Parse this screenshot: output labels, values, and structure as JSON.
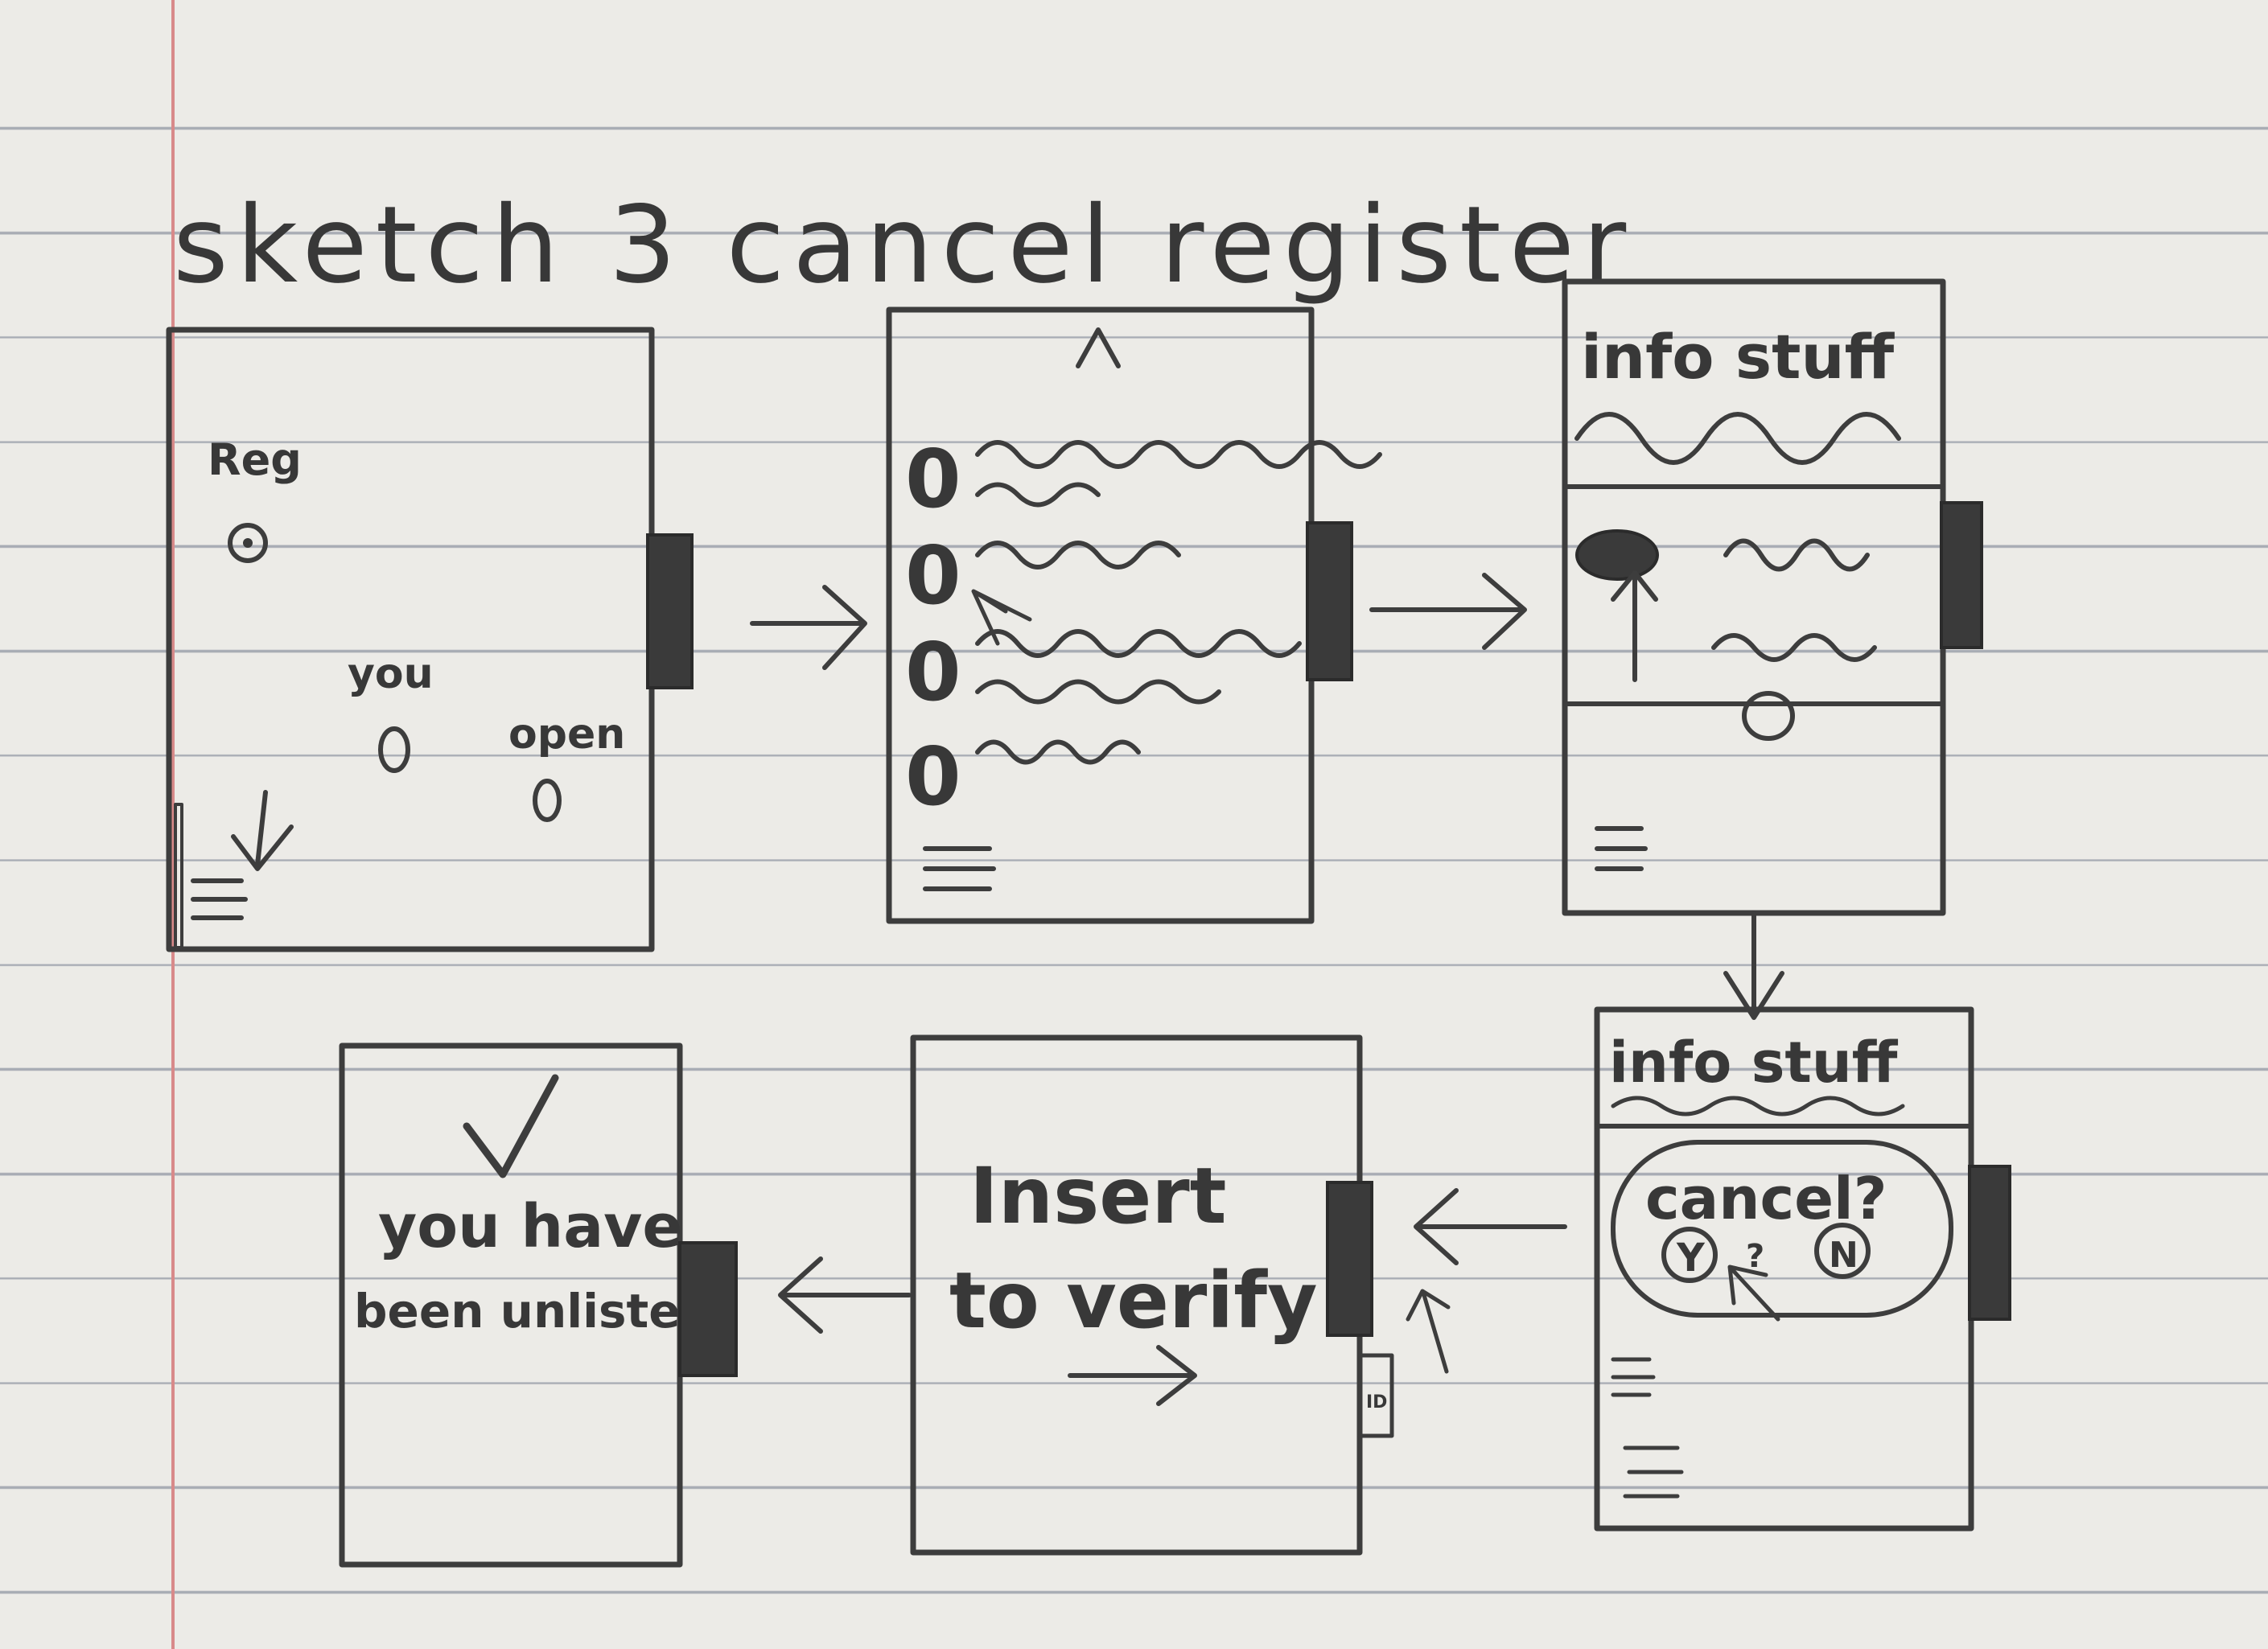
{
  "title": "sketch 3 cancel register",
  "frames": [
    {
      "id": 1,
      "labels": {
        "reg": "Reg",
        "you": "you",
        "open": "open"
      }
    },
    {
      "id": 2,
      "labels": {
        "scroll_up": "^"
      },
      "list_items": [
        "0",
        "0",
        "0",
        "0"
      ]
    },
    {
      "id": 3,
      "labels": {
        "header": "info stuff"
      }
    },
    {
      "id": 4,
      "labels": {
        "header": "info stuff",
        "prompt": "cancel?",
        "yes": "Y",
        "separator": "?",
        "no": "N"
      }
    },
    {
      "id": 5,
      "labels": {
        "line1": "Insert",
        "line2": "to verify",
        "card": "ID"
      }
    },
    {
      "id": 6,
      "labels": {
        "line1": "you have",
        "line2": "been unlisted"
      }
    }
  ],
  "colors": {
    "paper": "#ecebe7",
    "rule": "#a8acb4",
    "margin": "#d88a8a",
    "pencil": "#3d3d3d"
  },
  "icons": [
    "checkmark-icon",
    "arrow-icon",
    "hamburger-icon",
    "radio-icon",
    "card-icon"
  ]
}
